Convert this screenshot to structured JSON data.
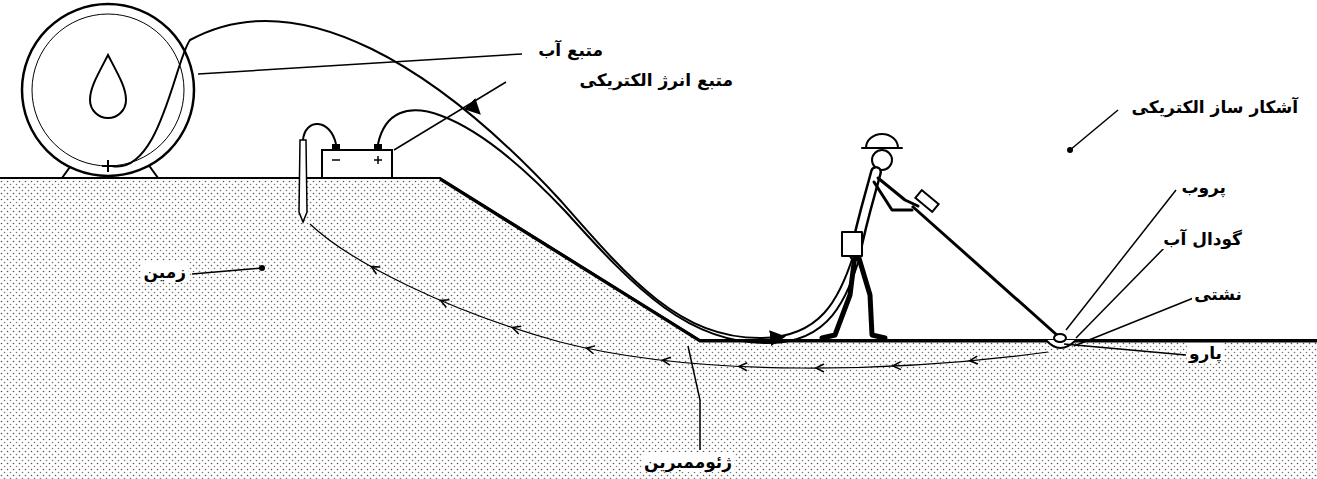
{
  "diagram": {
    "labels": [
      "متبع آب",
      "متبع انرژ الکتریکی",
      "آشکار ساز الکتریکی",
      "پروب",
      "گودال آب",
      "نشتی",
      "پارو",
      "زمین",
      "ژئوممبرین"
    ]
  }
}
